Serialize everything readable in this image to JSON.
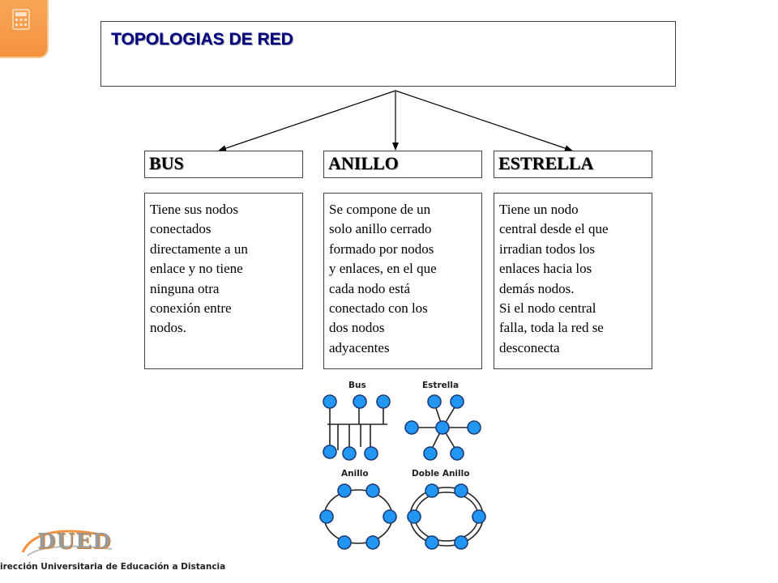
{
  "slide": {
    "title": "TOPOLOGIAS DE RED",
    "branches": [
      {
        "heading": "BUS",
        "description": "Tiene sus nodos\nconectados\ndirectamente a un\nenlace y no tiene\nninguna otra\nconexión entre\nnodos."
      },
      {
        "heading": "ANILLO",
        "description": "Se compone de un\nsolo anillo cerrado\nformado por nodos\ny enlaces, en el que\ncada nodo está\nconectado con los\ndos nodos\nadyacentes"
      },
      {
        "heading": "ESTRELLA",
        "description": "Tiene un nodo\ncentral desde el que\nirradian todos los\nenlaces hacia los\ndemás nodos.\nSi el nodo central\nfalla, toda la red se\ndesconecta"
      }
    ]
  },
  "figure": {
    "labels": {
      "bus": "Bus",
      "star": "Estrella",
      "ring": "Anillo",
      "double_ring": "Doble Anillo"
    },
    "node_color": "#2196f3"
  },
  "footer": {
    "logo_text": "DUED",
    "caption": "irección Universitaria de Educación a Distancia"
  },
  "colors": {
    "title": "#000080",
    "accent_orange": "#f4923d"
  }
}
